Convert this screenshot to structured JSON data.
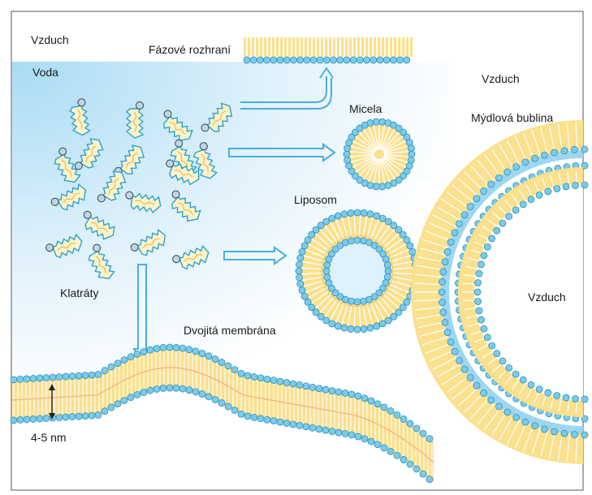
{
  "labels": {
    "air_top_left": "Vzduch",
    "water": "Voda",
    "interface": "Fázové rozhraní",
    "micelle": "Micela",
    "liposome": "Liposom",
    "air_right": "Vzduch",
    "soap_bubble": "Mýdlová bublina",
    "air_inside_bubble": "Vzduch",
    "clathrates": "Klatráty",
    "bilayer": "Dvojitá membrána",
    "thickness": "4-5 nm"
  },
  "colors": {
    "head": "#7ccbe8",
    "head_stroke": "#2a8fbf",
    "tail_fill": "#fbe08e",
    "tail_stroke": "#f2c94c",
    "water_blue": "#bfe3f5",
    "arrow_stroke": "#4aaedc",
    "clathrate_stroke": "#29a3d6"
  }
}
